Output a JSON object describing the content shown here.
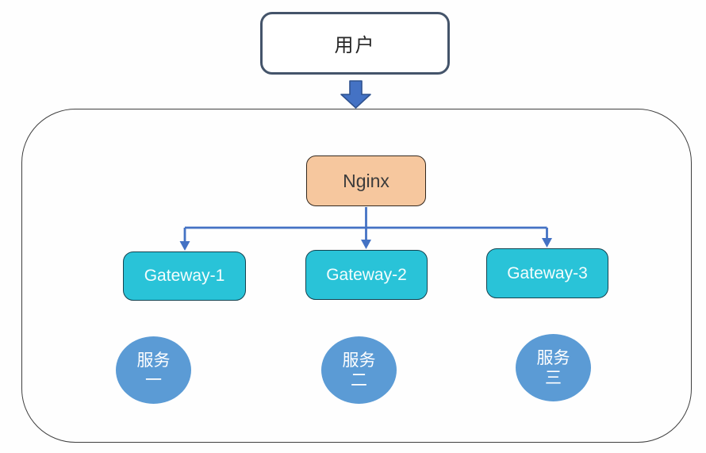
{
  "diagram": {
    "user_node": {
      "label": "用户"
    },
    "nginx_node": {
      "label": "Nginx"
    },
    "gateway_nodes": [
      {
        "label": "Gateway-1"
      },
      {
        "label": "Gateway-2"
      },
      {
        "label": "Gateway-3"
      }
    ],
    "service_nodes": [
      {
        "line1": "服务",
        "line2": "一"
      },
      {
        "line1": "服务",
        "line2": "二"
      },
      {
        "line1": "服务",
        "line2": "三"
      }
    ],
    "icons": {
      "entry_arrow": "block-arrow-down-icon",
      "branch_arrows": "arrowhead-down-icon"
    },
    "colors": {
      "connector": "#4472C4",
      "block_arrow_fill": "#4472C4",
      "block_arrow_stroke": "#2F528F",
      "user_border": "#44546A",
      "nginx_fill": "#F6C79E",
      "nginx_border": "#33281E",
      "gateway_fill": "#29C3D8",
      "gateway_border": "#14424F",
      "service_fill": "#5B9BD5",
      "boundary_border": "#3F3F3F",
      "background": "#FEFEFE"
    }
  }
}
